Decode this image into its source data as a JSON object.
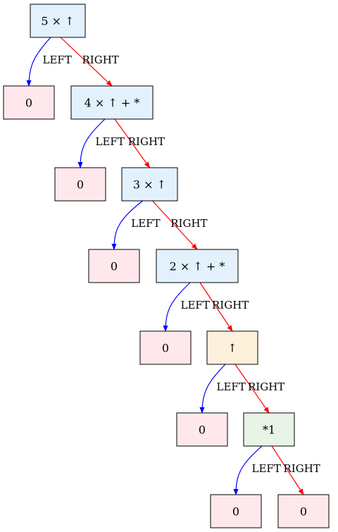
{
  "colors": {
    "node_border": "#000000",
    "left_edge": "#0000ff",
    "right_edge": "#ff0000",
    "zero_fill": "#ffe8ec",
    "op_fill": "#e3f1fc",
    "arrow_fill": "#fdf1dc",
    "star_fill": "#e8f4e6"
  },
  "nodes": [
    {
      "id": "n1",
      "label": "5 × ↑",
      "kind": "op"
    },
    {
      "id": "z1",
      "label": "0",
      "kind": "zero"
    },
    {
      "id": "n2",
      "label": "4 × ↑ + *",
      "kind": "op"
    },
    {
      "id": "z2",
      "label": "0",
      "kind": "zero"
    },
    {
      "id": "n3",
      "label": "3 × ↑",
      "kind": "op"
    },
    {
      "id": "z3",
      "label": "0",
      "kind": "zero"
    },
    {
      "id": "n4",
      "label": "2 × ↑ + *",
      "kind": "op"
    },
    {
      "id": "z4",
      "label": "0",
      "kind": "zero"
    },
    {
      "id": "n5",
      "label": "↑",
      "kind": "arrow"
    },
    {
      "id": "z5",
      "label": "0",
      "kind": "zero"
    },
    {
      "id": "n6",
      "label": "*1",
      "kind": "star"
    },
    {
      "id": "z6",
      "label": "0",
      "kind": "zero"
    },
    {
      "id": "z7",
      "label": "0",
      "kind": "zero"
    }
  ],
  "edges": [
    {
      "from": "n1",
      "to": "z1",
      "label": "LEFT",
      "side": "left"
    },
    {
      "from": "n1",
      "to": "n2",
      "label": "RIGHT",
      "side": "right"
    },
    {
      "from": "n2",
      "to": "z2",
      "label": "LEFT",
      "side": "left"
    },
    {
      "from": "n2",
      "to": "n3",
      "label": "RIGHT",
      "side": "right"
    },
    {
      "from": "n3",
      "to": "z3",
      "label": "LEFT",
      "side": "left"
    },
    {
      "from": "n3",
      "to": "n4",
      "label": "RIGHT",
      "side": "right"
    },
    {
      "from": "n4",
      "to": "z4",
      "label": "LEFT",
      "side": "left"
    },
    {
      "from": "n4",
      "to": "n5",
      "label": "RIGHT",
      "side": "right"
    },
    {
      "from": "n5",
      "to": "z5",
      "label": "LEFT",
      "side": "left"
    },
    {
      "from": "n5",
      "to": "n6",
      "label": "RIGHT",
      "side": "right"
    },
    {
      "from": "n6",
      "to": "z6",
      "label": "LEFT",
      "side": "left"
    },
    {
      "from": "n6",
      "to": "z7",
      "label": "RIGHT",
      "side": "right"
    }
  ]
}
